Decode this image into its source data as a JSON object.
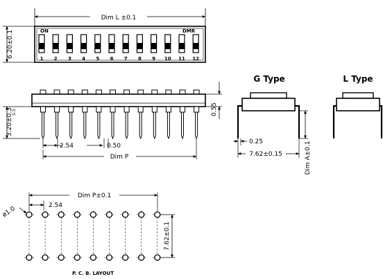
{
  "top_view": {
    "dim_length": "Dim  L  ±0.1",
    "dim_height": "6.20±0.1",
    "on_label": "ON",
    "brand_label": "DMR",
    "switch_numbers": [
      "1",
      "2",
      "3",
      "4",
      "5",
      "6",
      "7",
      "8",
      "9",
      "10",
      "11",
      "12"
    ]
  },
  "side_view": {
    "dim_height_left": "3.20±0.3",
    "dim_height_left_tol": "0.5",
    "dim_body": "0.55",
    "pitch": "2.54",
    "pin_width": "0.50",
    "dim_p": "Dim  P"
  },
  "g_type": {
    "title": "G  Type",
    "pin_thickness": "0.25",
    "row_spacing": "7.62±0.15",
    "dim_a": "Dim  A±0.1"
  },
  "l_type": {
    "title": "L  Type"
  },
  "pcb_layout": {
    "dim_p": "Dim  P±0.1",
    "hole_dia": "ø1.0",
    "pitch": "2.54",
    "row_spacing": "7.62±0.1",
    "caption": "P. C. B. LAYOUT"
  }
}
